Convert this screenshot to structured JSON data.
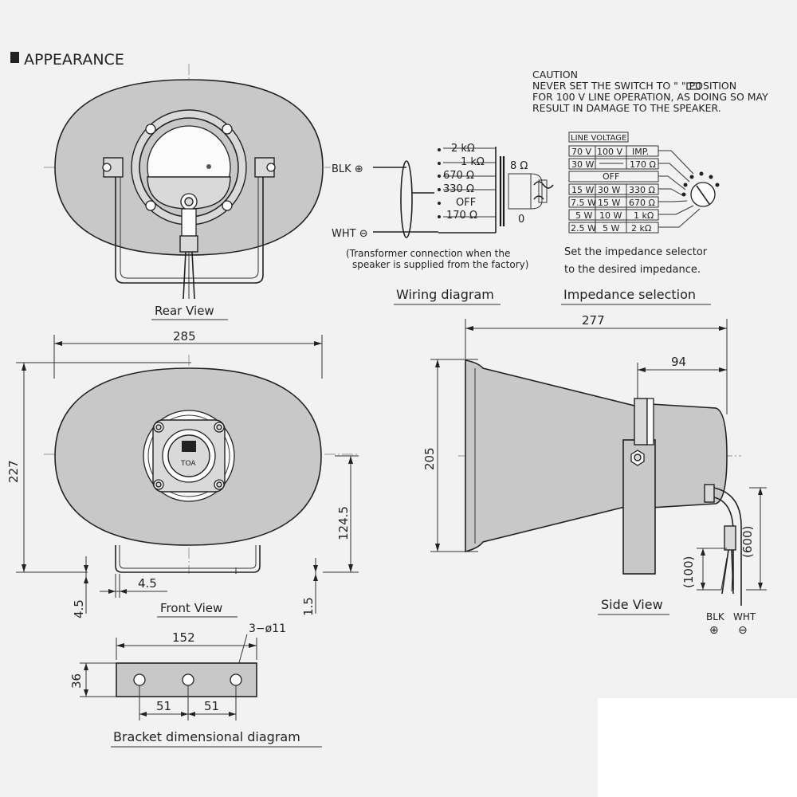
{
  "section_title": "APPEARANCE",
  "caution": {
    "lines": [
      "CAUTION",
      "NEVER SET THE SWITCH TO \"     \" POSITION",
      "FOR 100 V LINE OPERATION, AS DOING SO MAY",
      "RESULT IN DAMAGE TO THE SPEAKER."
    ]
  },
  "captions": {
    "rear_view": "Rear View",
    "front_view": "Front View",
    "side_view": "Side View",
    "wiring_diagram": "Wiring diagram",
    "impedance_selection": "Impedance selection",
    "bracket": "Bracket dimensional diagram"
  },
  "wiring": {
    "blk": "BLK ⊕",
    "wht": "WHT ⊖",
    "taps": [
      "2 kΩ",
      "1 kΩ",
      "670 Ω",
      "330 Ω",
      "OFF",
      "170 Ω"
    ],
    "secondary_top": "8 Ω",
    "secondary_bottom": "0",
    "note_line1": "(Transformer connection when the",
    "note_line2": "speaker is supplied from the factory)"
  },
  "impedance": {
    "header": "LINE VOLTAGE",
    "rows": [
      [
        "70 V",
        "100 V",
        "IMP."
      ],
      [
        "30 W",
        "",
        "170 Ω"
      ],
      [
        "OFF"
      ],
      [
        "15 W",
        "30 W",
        "330 Ω"
      ],
      [
        "7.5 W",
        "15 W",
        "670 Ω"
      ],
      [
        "5 W",
        "10 W",
        "1 kΩ"
      ],
      [
        "2.5 W",
        "5 W",
        "2 kΩ"
      ]
    ],
    "note_line1": "Set the impedance selector",
    "note_line2": "to the desired impedance."
  },
  "dimensions": {
    "width_285": "285",
    "height_227": "227",
    "center_124_5": "124.5",
    "gap_4_5_left": "4.5",
    "gap_4_5_mid": "4.5",
    "gap_1_5": "1.5",
    "depth_277": "277",
    "depth_94": "94",
    "height_205": "205",
    "cable_100": "(100)",
    "cable_600": "(600)",
    "bracket_152": "152",
    "bracket_36": "36",
    "bracket_51a": "51",
    "bracket_51b": "51",
    "holes": "3−ø11"
  },
  "side_leads": {
    "blk": "BLK",
    "wht": "WHT",
    "plus": "⊕",
    "minus": "⊖"
  },
  "logo": "TOA"
}
